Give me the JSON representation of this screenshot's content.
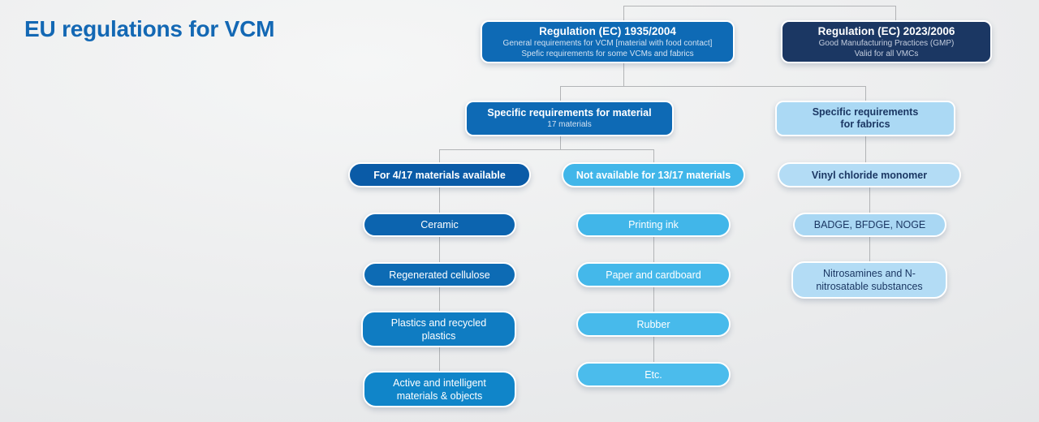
{
  "title": "EU regulations for VCM",
  "colors": {
    "title_blue": "#1368b4",
    "primary_blue": "#0e6ab5",
    "dark_navy": "#1b3763",
    "sky_blue": "#41b6e9",
    "light_blue": "#abd9f4",
    "connector_gray": "#b2b4b6",
    "background_gray": "#ecedee"
  },
  "nodes": {
    "reg1935": {
      "title": "Regulation (EC) 1935/2004",
      "line1": "General requirements for VCM [material with food contact]",
      "line2": "Spefic requirements for some VCMs and fabrics"
    },
    "reg2023": {
      "title": "Regulation (EC) 2023/2006",
      "line1": "Good Manufacturing Practices (GMP)",
      "line2": "Valid for all VMCs"
    },
    "material": {
      "title": "Specific requirements for material",
      "subtitle": "17 materials"
    },
    "fabrics": {
      "title_line1": "Specific requirements",
      "title_line2": "for fabrics"
    },
    "col_available": {
      "header": "For 4/17 materials available",
      "items": [
        "Ceramic",
        "Regenerated cellulose",
        "Plastics and recycled plastics",
        "Active and intelligent materials & objects"
      ]
    },
    "col_not_available": {
      "header": "Not available for 13/17 materials",
      "items": [
        "Printing ink",
        "Paper and cardboard",
        "Rubber",
        "Etc."
      ]
    },
    "col_vcm": {
      "header": "Vinyl chloride monomer",
      "items": [
        "BADGE, BFDGE, NOGE",
        "Nitrosamines and N-nitrosatable substances"
      ]
    }
  }
}
